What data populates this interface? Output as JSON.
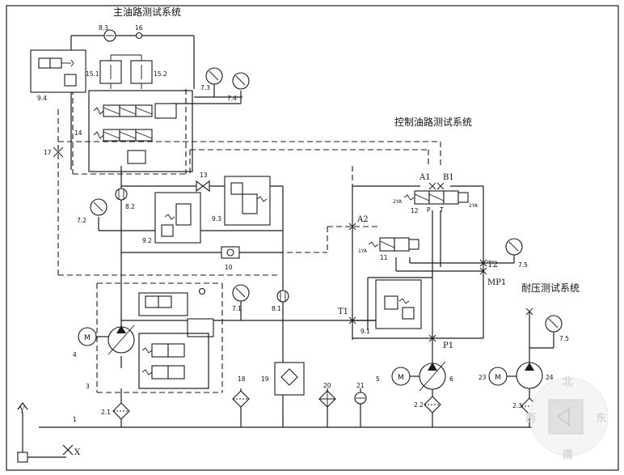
{
  "titles": {
    "main_oil": "主油路测试系统",
    "control_oil": "控制油路测试系统",
    "pressure_test": "耐压测试系统"
  },
  "points": {
    "A1": "A1",
    "B1": "B1",
    "A2": "A2",
    "T1": "T1",
    "T2": "T2",
    "MP1": "MP1",
    "P1": "P1",
    "P": "P",
    "T": "T"
  },
  "labels": {
    "c8_3": "8.3",
    "c16": "16",
    "c15_1": "15.1",
    "c15_2": "15.2",
    "c9_4": "9.4",
    "c7_3": "7.3",
    "c7_4": "7.4",
    "c14": "14",
    "c17": "17",
    "c13": "13",
    "c7_2": "7.2",
    "c8_2": "8.2",
    "c9_3": "9.3",
    "c9_2": "9.2",
    "c10": "10",
    "c12": "12",
    "c2ya_l": "2YA",
    "c2ya_r": "2YA",
    "c11": "11",
    "c1ya": "1YA",
    "c7_5a": "7.5",
    "c7_1": "7.1",
    "c8_1": "8.1",
    "c9_1": "9.1",
    "c4": "4",
    "c3": "3",
    "c5": "5",
    "c6": "6",
    "c18": "18",
    "c19": "19",
    "c20": "20",
    "c21": "21",
    "c2_1": "2.1",
    "c1": "1",
    "c2_2": "2.2",
    "c23": "23",
    "c24": "24",
    "c7_5b": "7.5",
    "c2_3": "2.3",
    "motor": "M"
  },
  "axes": {
    "y": "Y",
    "x": "X"
  },
  "compass": {
    "north": "北",
    "south": "南",
    "east": "东",
    "west": "西"
  }
}
